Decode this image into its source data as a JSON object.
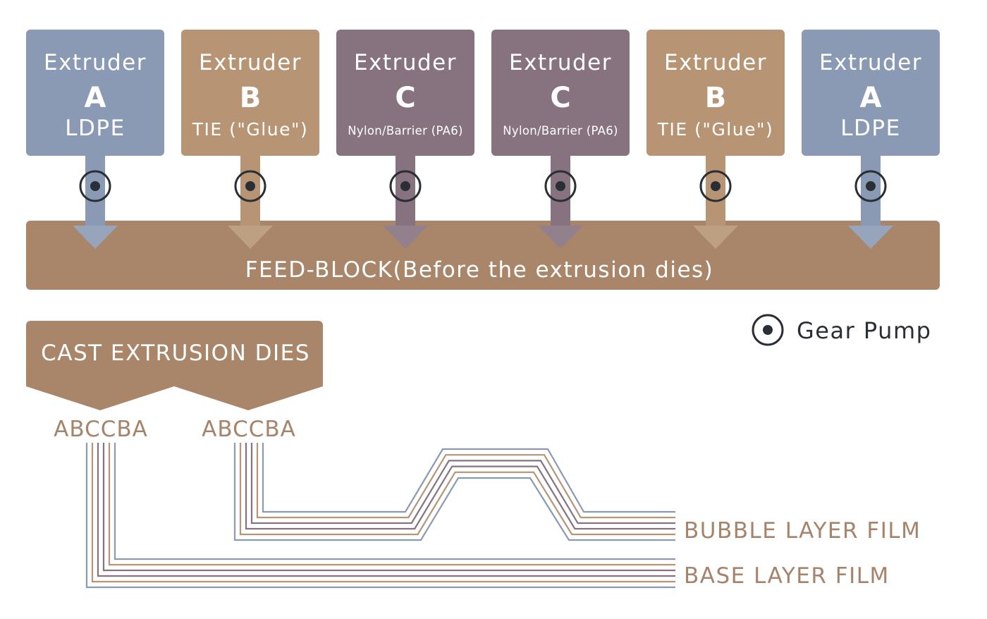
{
  "colors": {
    "A": "#8a9ab4",
    "B": "#b69474",
    "C": "#86737f",
    "feed": "#a9866a",
    "label": "#a5846b",
    "pump": "#2a2e35"
  },
  "extruders": [
    {
      "title": "Extruder",
      "letter": "A",
      "material": "LDPE",
      "type": "A"
    },
    {
      "title": "Extruder",
      "letter": "B",
      "material": "TIE (\"Glue\")",
      "type": "B"
    },
    {
      "title": "Extruder",
      "letter": "C",
      "material": "Nylon/Barrier (PA6)",
      "type": "C"
    },
    {
      "title": "Extruder",
      "letter": "C",
      "material": "Nylon/Barrier (PA6)",
      "type": "C"
    },
    {
      "title": "Extruder",
      "letter": "B",
      "material": "TIE (\"Glue\")",
      "type": "B"
    },
    {
      "title": "Extruder",
      "letter": "A",
      "material": "LDPE",
      "type": "A"
    }
  ],
  "feed_block": "FEED-BLOCK(Before the extrusion dies)",
  "legend": {
    "gear_pump": "Gear Pump"
  },
  "dies": {
    "label": "CAST EXTRUSION DIES",
    "outputs": [
      "ABCCBA",
      "ABCCBA"
    ]
  },
  "layer_order": [
    "A",
    "B",
    "C",
    "C",
    "B",
    "A"
  ],
  "films": {
    "bubble": "BUBBLE LAYER FILM",
    "base": "BASE LAYER FILM"
  }
}
